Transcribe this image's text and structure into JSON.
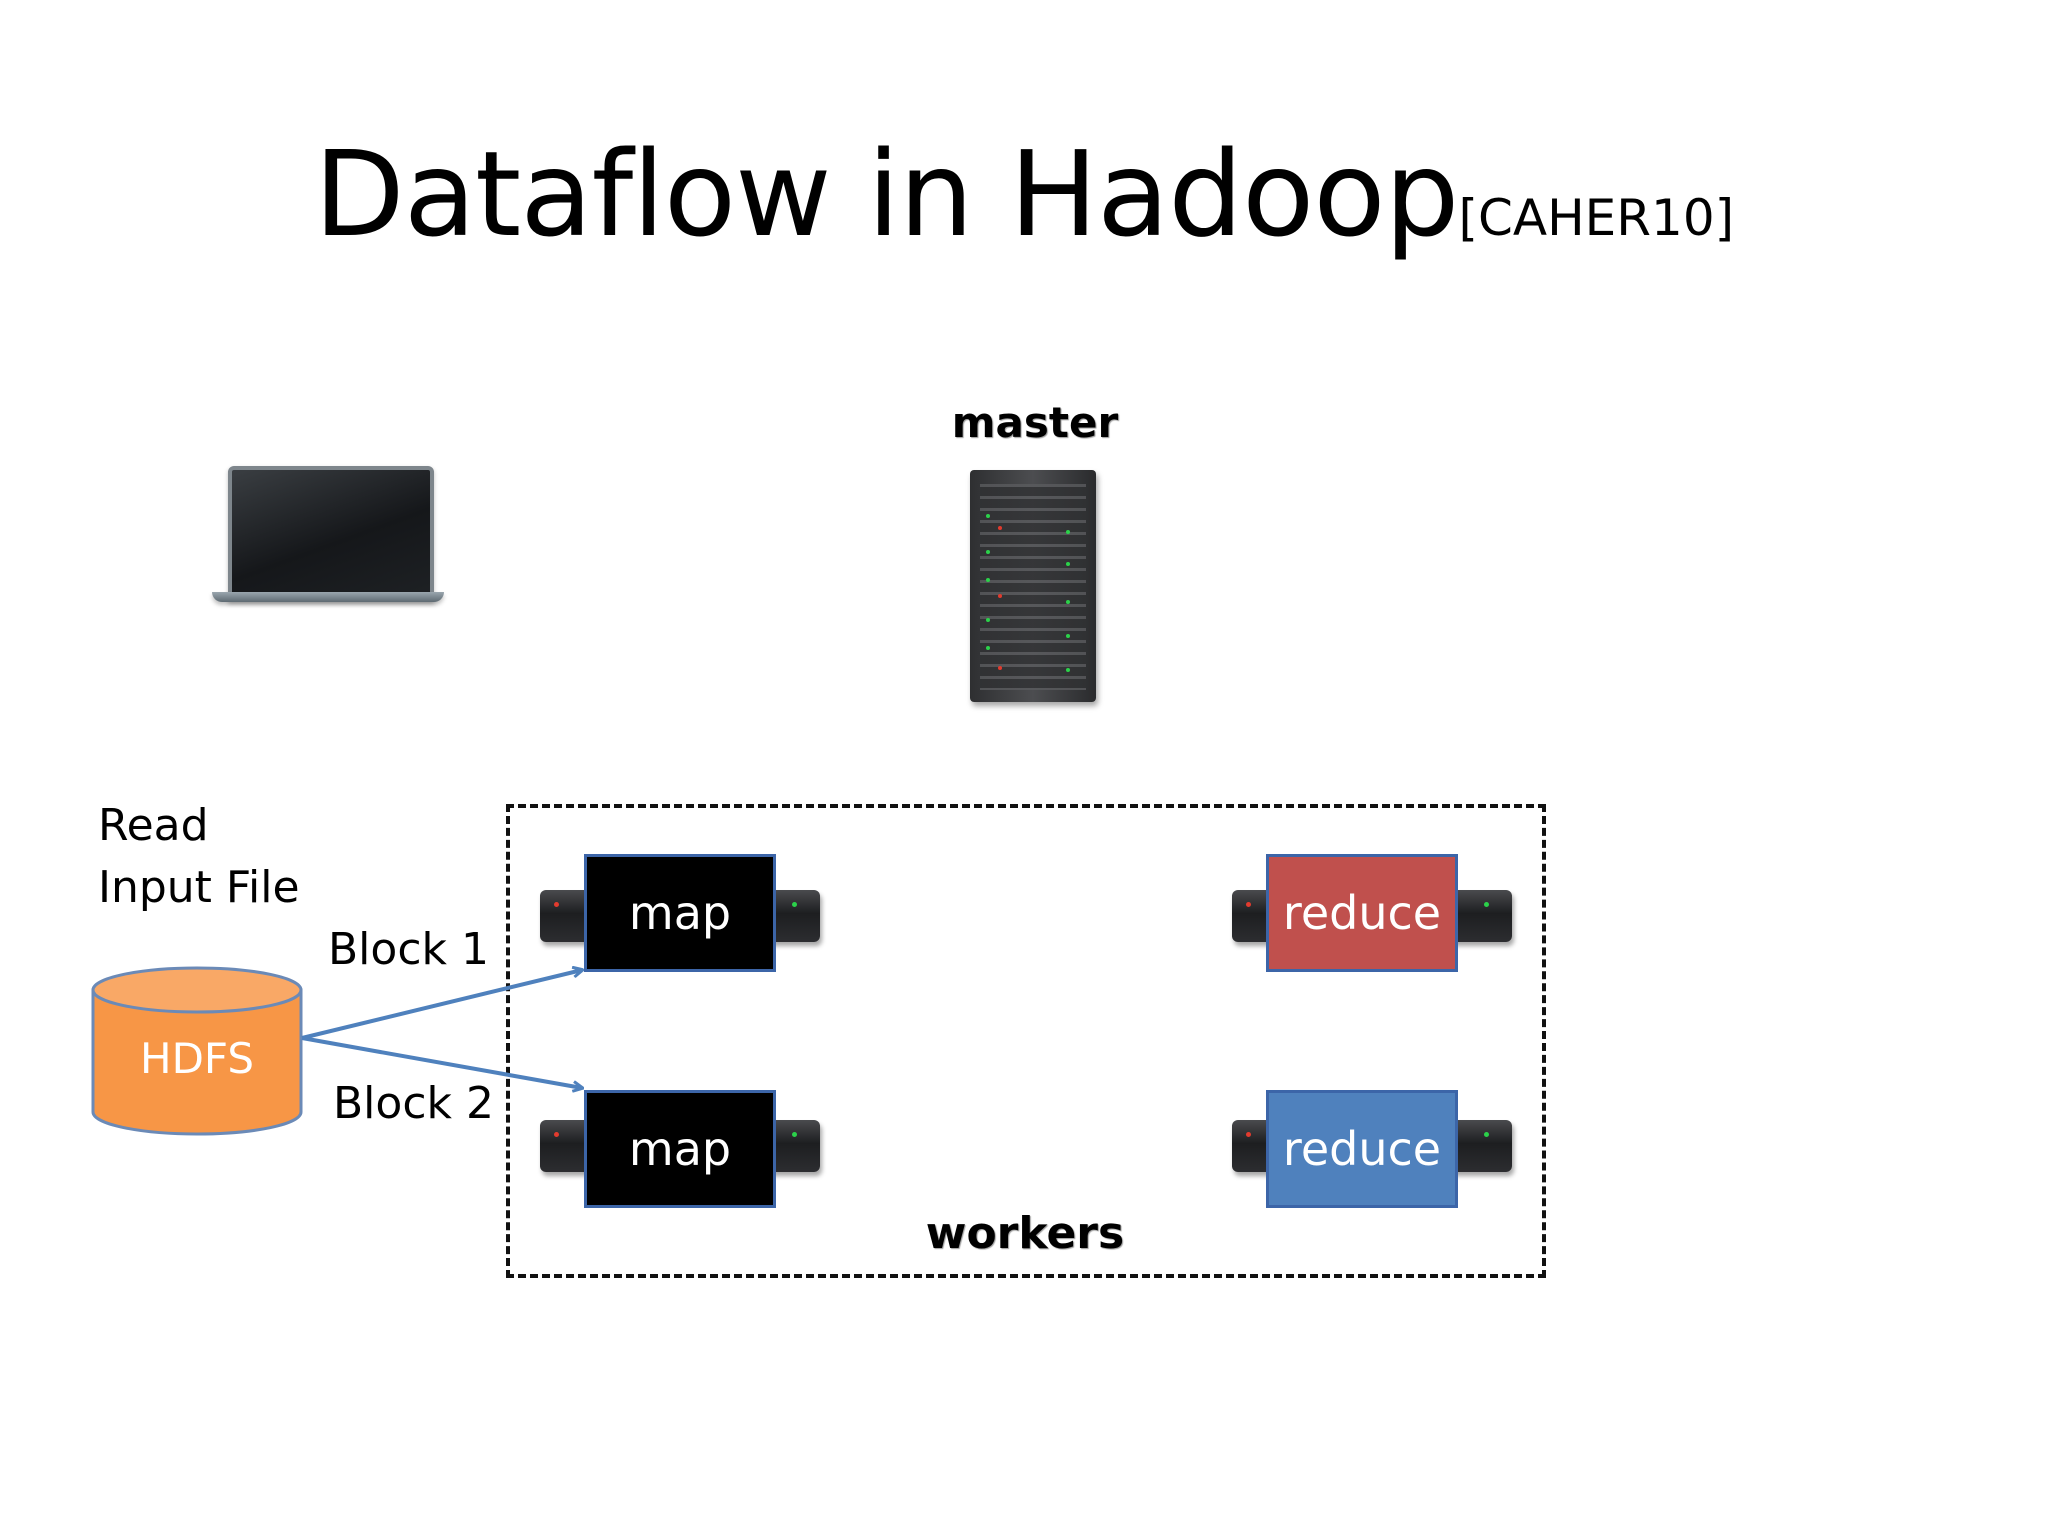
{
  "slide": {
    "title": "Dataflow in Hadoop",
    "citation": "[CAHER10]"
  },
  "labels": {
    "master": "master",
    "workers": "workers",
    "read_line1": "Read",
    "read_line2": "Input File",
    "block1": "Block 1",
    "block2": "Block 2",
    "hdfs": "HDFS"
  },
  "tasks": {
    "map_top": "map",
    "map_bottom": "map",
    "reduce_top": "reduce",
    "reduce_bottom": "reduce"
  },
  "colors": {
    "hdfs_fill": "#f79646",
    "reduce_top": "#c0504d",
    "reduce_bottom": "#4f81bd",
    "arrow": "#4f81bd"
  }
}
